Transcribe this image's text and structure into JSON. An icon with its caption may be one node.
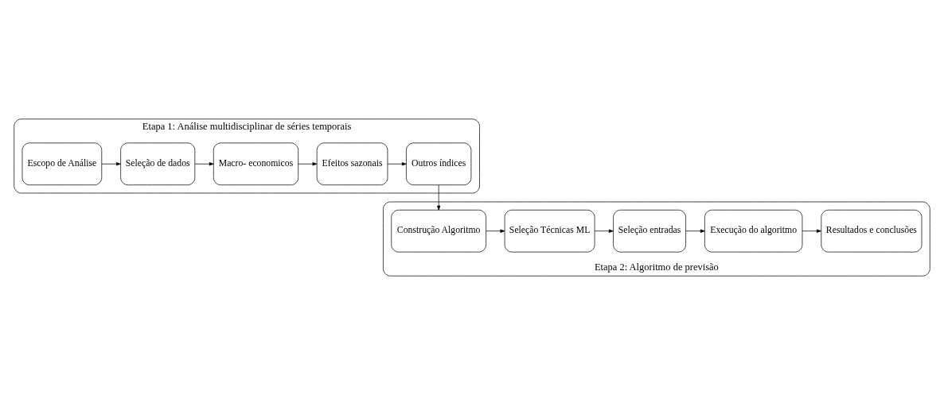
{
  "diagram": {
    "nodes": [
      {
        "text": [
          "Etapa 1: Análise multidisciplinar de séries temporais"
        ]
      },
      {
        "text": [
          "Escopo de Análise"
        ],
        "in": 0
      },
      {
        "text": [
          "Seleção de dados"
        ],
        "in": 0
      },
      {
        "text": [
          "Macro- economicos"
        ],
        "in": 0
      },
      {
        "text": [
          "Efeitos sazonais"
        ],
        "in": 0
      },
      {
        "text": [
          "Outros índices"
        ],
        "in": 0
      },
      {
        "text": [
          "Etapa 2: Algoritmo de previsão"
        ]
      },
      {
        "text": [
          "Construção Algoritmo"
        ],
        "in": 6
      },
      {
        "text": [
          "Seleção Técnicas ML"
        ],
        "in": 6
      },
      {
        "text": [
          "Seleção entradas"
        ],
        "in": 6
      },
      {
        "text": [
          "Execução do algoritmo"
        ],
        "in": 6
      },
      {
        "text": [
          "Resultados e conclusões"
        ],
        "in": 6
      }
    ],
    "edges": [
      {
        "from": 1,
        "to": 2,
        "arrow": "to"
      },
      {
        "from": 2,
        "to": 3,
        "arrow": "to"
      },
      {
        "from": 3,
        "to": 4,
        "arrow": "to"
      },
      {
        "from": 4,
        "to": 5,
        "arrow": "to"
      },
      {
        "from": 5,
        "to": 7,
        "arrow": "to"
      },
      {
        "from": 7,
        "to": 8,
        "arrow": "to"
      },
      {
        "from": 8,
        "to": 9,
        "arrow": "to"
      },
      {
        "from": 9,
        "to": 10,
        "arrow": "to"
      },
      {
        "from": 10,
        "to": 11,
        "arrow": "to"
      }
    ]
  }
}
